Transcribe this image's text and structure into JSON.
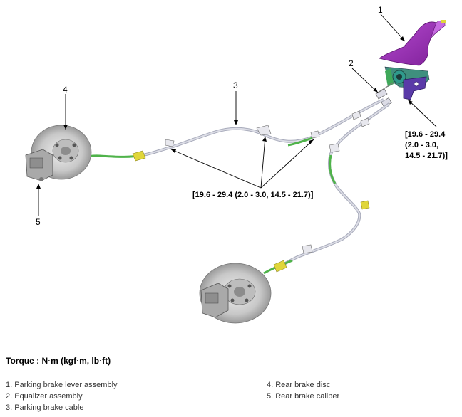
{
  "callouts": {
    "n1": "1",
    "n2": "2",
    "n3": "3",
    "n4": "4",
    "n5": "5"
  },
  "torque_specs": {
    "lever": {
      "line1": "[19.6 - 29.4",
      "line2": "(2.0 - 3.0,",
      "line3": "14.5 - 21.7)]"
    },
    "cable": "[19.6 - 29.4 (2.0 - 3.0, 14.5 - 21.7)]"
  },
  "torque_heading": "Torque : N·m (kgf·m, lb·ft)",
  "legend": {
    "left": [
      "1. Parking brake lever assembly",
      "2. Equalizer assembly",
      "3. Parking brake cable"
    ],
    "right": [
      "4. Rear brake disc",
      "5. Rear brake caliper"
    ]
  },
  "colors": {
    "lever": "#9b2fb5",
    "lever_bracket": "#5a3aa8",
    "cable_sheath": "#b9bcc9",
    "cable_green": "#4fb34a",
    "clip_yellow": "#e0d63a",
    "disc": "#cfcfcf",
    "caliper": "#a9a9a9"
  }
}
